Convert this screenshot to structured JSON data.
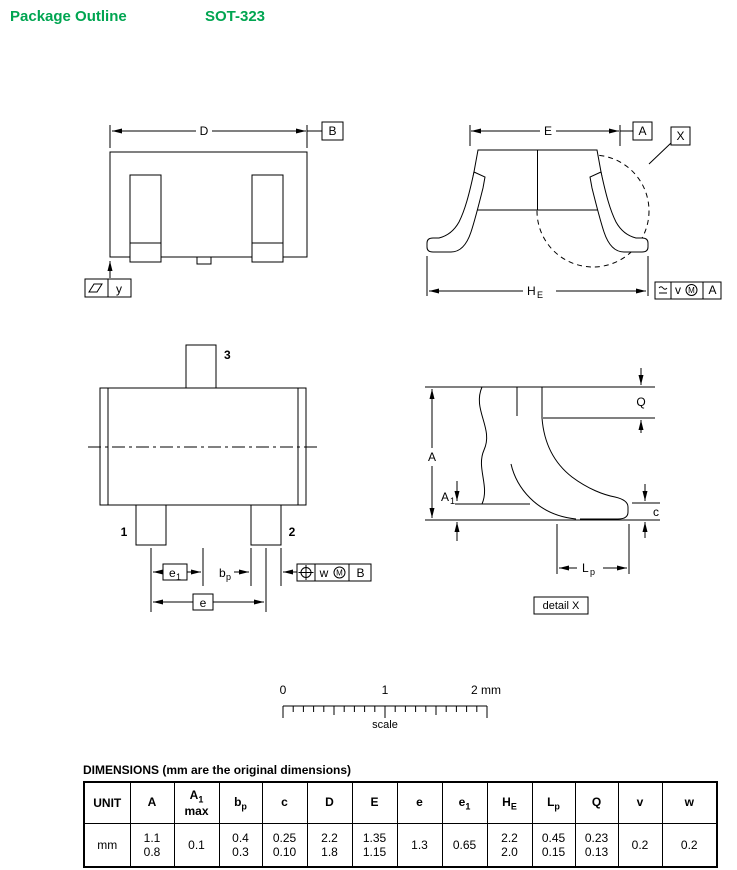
{
  "header": {
    "title": "Package Outline",
    "package": "SOT-323"
  },
  "front_view": {
    "dim_d": "D",
    "datum_b": "B",
    "flatness_y": "y"
  },
  "side_view": {
    "dim_e": "E",
    "datum_a": "A",
    "detail_ref": "X",
    "dim_he_main": "H",
    "dim_he_sub": "E",
    "frame": {
      "v": "v",
      "m": "M",
      "a": "A"
    }
  },
  "top_view": {
    "pin1": "1",
    "pin2": "2",
    "pin3": "3",
    "dim_e1_main": "e",
    "dim_e1_sub": "1",
    "dim_bp_main": "b",
    "dim_bp_sub": "p",
    "dim_e": "e",
    "frame": {
      "w": "w",
      "m": "M",
      "b": "B"
    }
  },
  "detail_view": {
    "dim_q": "Q",
    "dim_a": "A",
    "dim_a1_main": "A",
    "dim_a1_sub": "1",
    "dim_c": "c",
    "dim_lp_main": "L",
    "dim_lp_sub": "p",
    "label": "detail X"
  },
  "scale_bar": {
    "tick0": "0",
    "tick1": "1",
    "tick2": "2 mm",
    "label": "scale"
  },
  "table": {
    "title": "DIMENSIONS (mm are the original dimensions)",
    "unit_header": "UNIT",
    "unit_value": "mm",
    "columns": [
      {
        "main": "A",
        "sub": "",
        "note": "",
        "v1": "1.1",
        "v2": "0.8"
      },
      {
        "main": "A",
        "sub": "1",
        "note": "max",
        "v1": "0.1",
        "v2": ""
      },
      {
        "main": "b",
        "sub": "p",
        "note": "",
        "v1": "0.4",
        "v2": "0.3"
      },
      {
        "main": "c",
        "sub": "",
        "note": "",
        "v1": "0.25",
        "v2": "0.10"
      },
      {
        "main": "D",
        "sub": "",
        "note": "",
        "v1": "2.2",
        "v2": "1.8"
      },
      {
        "main": "E",
        "sub": "",
        "note": "",
        "v1": "1.35",
        "v2": "1.15"
      },
      {
        "main": "e",
        "sub": "",
        "note": "",
        "v1": "1.3",
        "v2": ""
      },
      {
        "main": "e",
        "sub": "1",
        "note": "",
        "v1": "0.65",
        "v2": ""
      },
      {
        "main": "H",
        "sub": "E",
        "note": "",
        "v1": "2.2",
        "v2": "2.0"
      },
      {
        "main": "L",
        "sub": "p",
        "note": "",
        "v1": "0.45",
        "v2": "0.15"
      },
      {
        "main": "Q",
        "sub": "",
        "note": "",
        "v1": "0.23",
        "v2": "0.13"
      },
      {
        "main": "v",
        "sub": "",
        "note": "",
        "v1": "0.2",
        "v2": ""
      },
      {
        "main": "w",
        "sub": "",
        "note": "",
        "v1": "0.2",
        "v2": ""
      }
    ]
  }
}
